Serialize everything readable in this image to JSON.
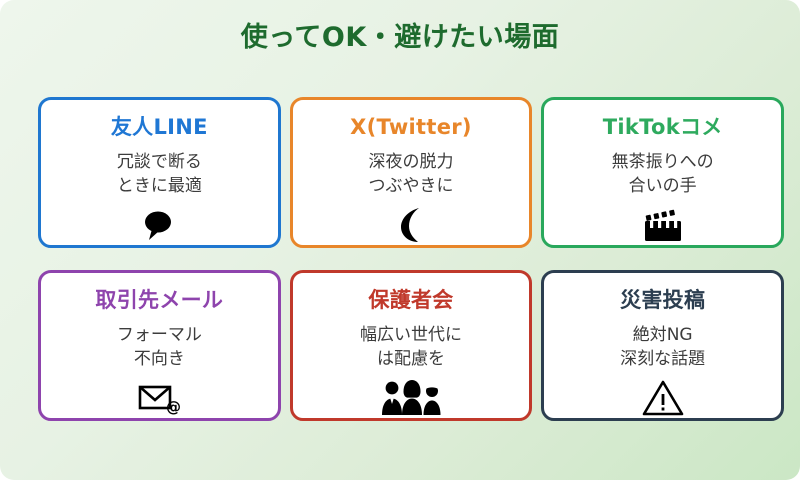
{
  "header": {
    "title": "使ってOK・避けたい場面",
    "title_color": "#1e6b2e"
  },
  "background": {
    "gradient_from": "#eef6ec",
    "gradient_to": "#cbe7c5"
  },
  "cards": [
    {
      "id": "friend-line",
      "title": "友人LINE",
      "description": "冗談で断る\nときに最適",
      "icon": "speech-bubble-icon",
      "color": "#1f77d4",
      "border_color": "#1f77d0"
    },
    {
      "id": "x-twitter",
      "title": "X(Twitter)",
      "description": "深夜の脱力\nつぶやきに",
      "icon": "crescent-moon-icon",
      "color": "#e8862a",
      "border_color": "#e8862a"
    },
    {
      "id": "tiktok-comment",
      "title": "TikTokコメ",
      "description": "無茶振りへの\n合いの手",
      "icon": "clapperboard-icon",
      "color": "#2eaa5e",
      "border_color": "#29a85c"
    },
    {
      "id": "business-mail",
      "title": "取引先メール",
      "description": "フォーマル\n不向き",
      "icon": "email-at-icon",
      "color": "#8e44ad",
      "border_color": "#8e44ad"
    },
    {
      "id": "parents-meeting",
      "title": "保護者会",
      "description": "幅広い世代に\nは配慮を",
      "icon": "family-group-icon",
      "color": "#c0392b",
      "border_color": "#c0392b"
    },
    {
      "id": "disaster-post",
      "title": "災害投稿",
      "description": "絶対NG\n深刻な話題",
      "icon": "warning-triangle-icon",
      "color": "#2c3e50",
      "border_color": "#2c3e50"
    }
  ]
}
